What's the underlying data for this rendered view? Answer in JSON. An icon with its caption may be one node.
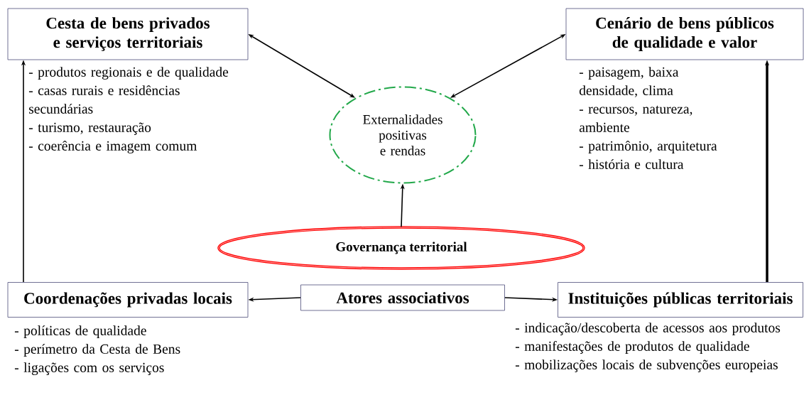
{
  "diagram": {
    "nodes": [
      {
        "text": [
          "Cesta de bens privados e serviços territoriais"
        ],
        "beside": [
          "- produtos regionais e de qualidade",
          "- casas rurais e residências secundárias",
          "- turismo, restauração",
          "- coerência e imagem comum"
        ]
      },
      {
        "text": [
          "Cenário de bens públicos de qualidade e valor"
        ],
        "beside": [
          "- paisagem, baixa densidade, clima",
          "- recursos, natureza, ambiente",
          "- patrimônio, arquitetura",
          "- história e cultura"
        ]
      },
      {
        "text": [
          "Externalidades positivas e rendas"
        ]
      },
      {
        "text": [
          "Governança territorial"
        ]
      },
      {
        "text": [
          "Coordenações privadas locais"
        ],
        "beside": [
          "- políticas de qualidade",
          "- perímetro da Cesta de Bens",
          "- ligações com os serviços"
        ]
      },
      {
        "text": [
          "Atores associativos"
        ]
      },
      {
        "text": [
          "Instituições públicas territoriais"
        ],
        "beside": [
          "- indicação/descoberta de acessos aos produtos",
          "- manifestações de produtos de qualidade",
          "- mobilizações locais de subvenções europeias"
        ]
      }
    ],
    "edges": [
      {
        "from": 2,
        "to": 0,
        "arrow": "both"
      },
      {
        "from": 2,
        "to": 1,
        "arrow": "both"
      },
      {
        "from": 3,
        "to": 2,
        "arrow": "to"
      },
      {
        "from": 4,
        "to": 0,
        "arrow": "to"
      },
      {
        "from": 5,
        "to": 4,
        "arrow": "to"
      },
      {
        "from": 5,
        "to": 6,
        "arrow": "to"
      },
      {
        "from": 6,
        "to": 1,
        "arrow": "to",
        "style": "thick"
      }
    ]
  }
}
